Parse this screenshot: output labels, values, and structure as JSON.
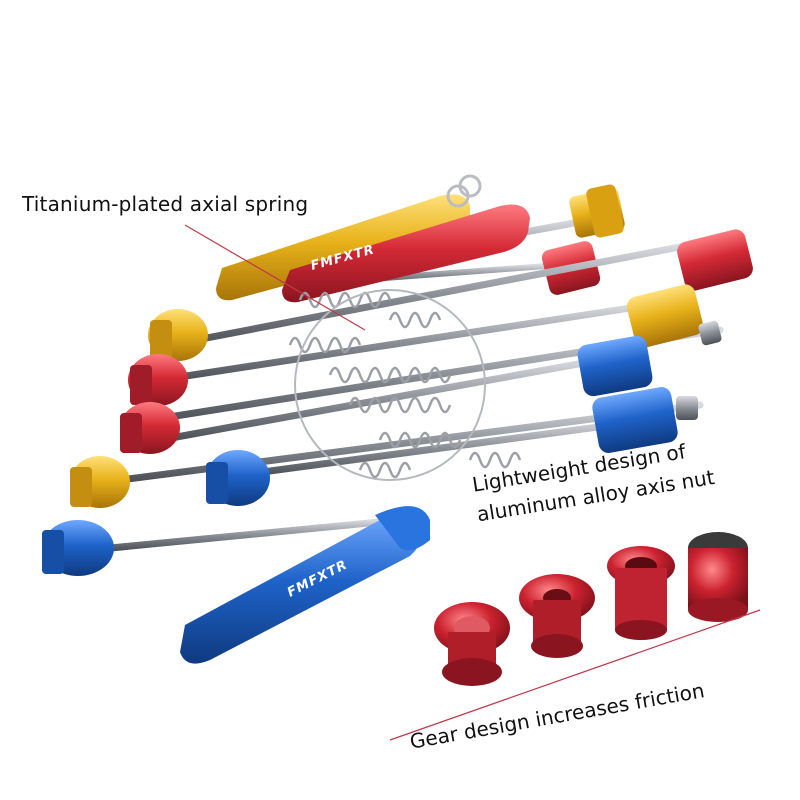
{
  "callouts": {
    "spring": "Titanium-plated axial spring",
    "nut_line1": "Lightweight design of",
    "nut_line2": "aluminum alloy axis nut",
    "gear": "Gear design increases friction"
  },
  "brand_logo": "FMFXTR",
  "colors": {
    "gold": "#e8b21a",
    "red": "#d42a35",
    "blue": "#1f63c9",
    "rod": "#8a8f96",
    "leader_line": "#c0394b"
  }
}
